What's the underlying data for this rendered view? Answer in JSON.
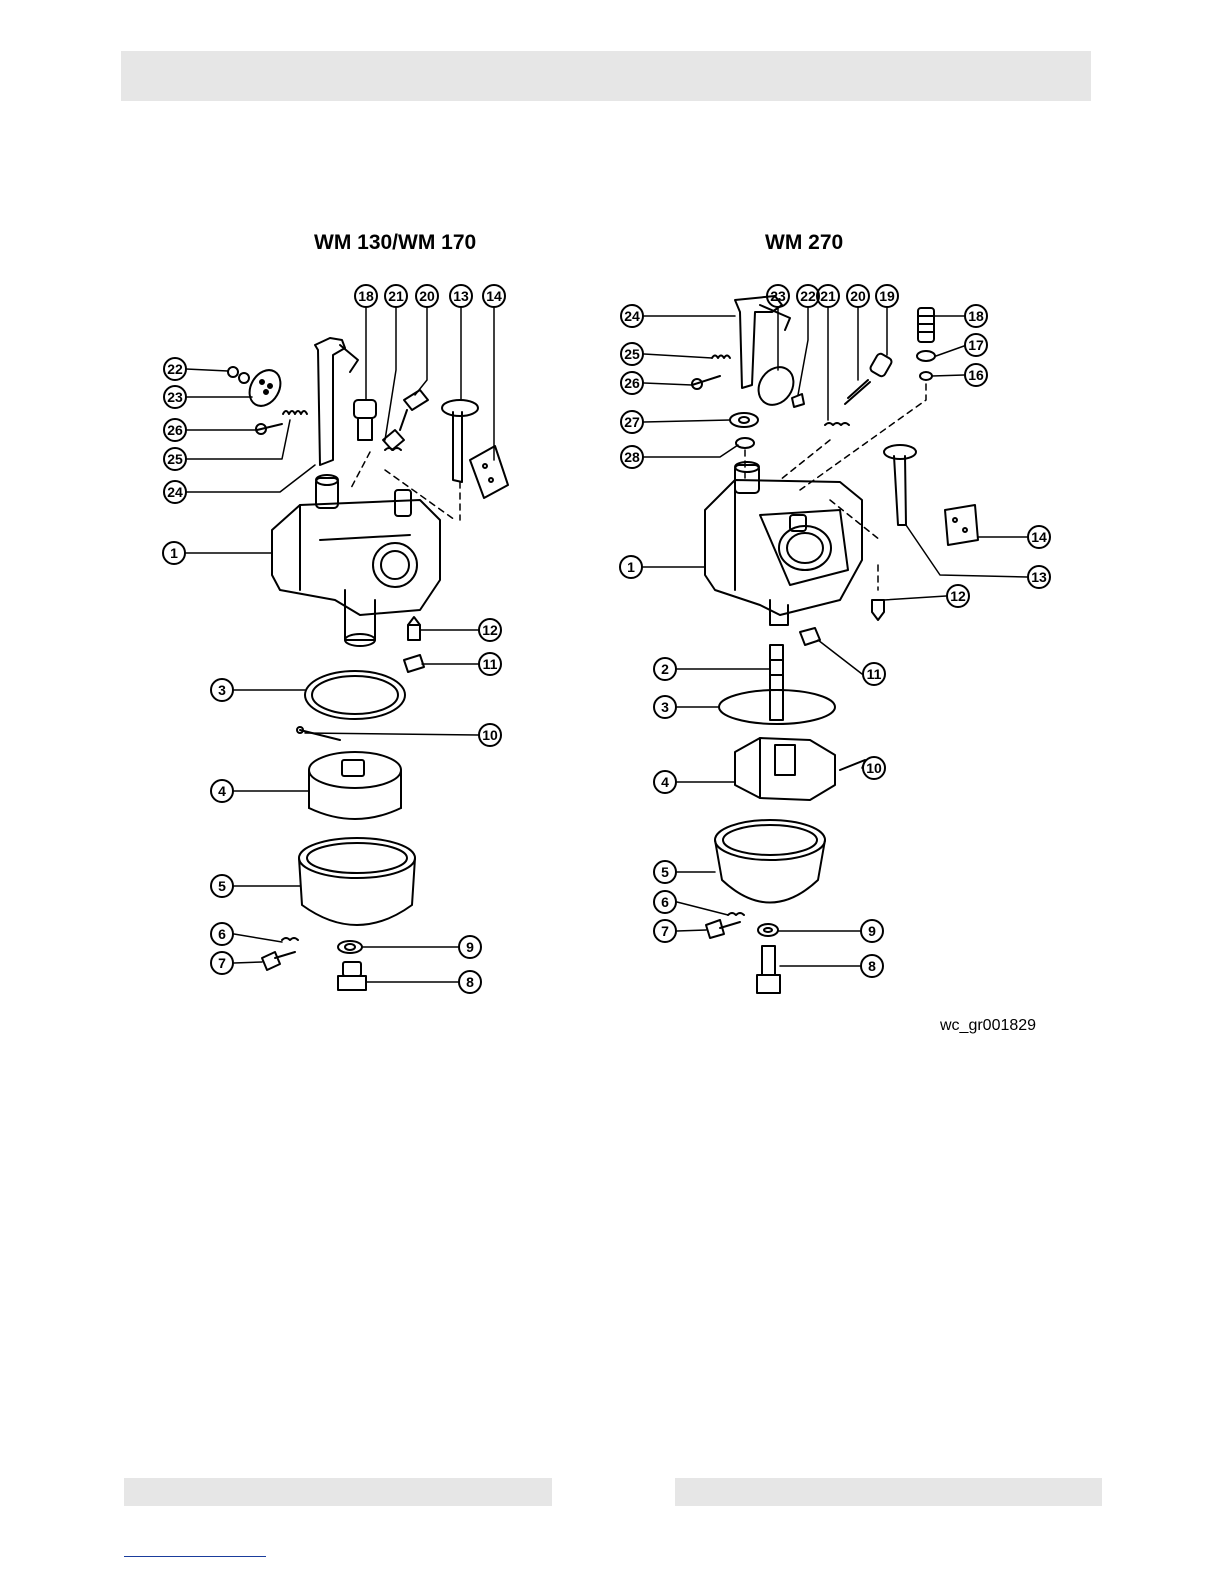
{
  "titles": {
    "left": "WM 130/WM 170",
    "right": "WM 270"
  },
  "figure_code": "wc_gr001829",
  "left_callouts": [
    "22",
    "23",
    "26",
    "25",
    "24",
    "1",
    "12",
    "11",
    "3",
    "10",
    "4",
    "5",
    "6",
    "7",
    "9",
    "8",
    "18",
    "21",
    "20",
    "13",
    "14"
  ],
  "right_callouts": [
    "24",
    "25",
    "26",
    "27",
    "28",
    "1",
    "2",
    "3",
    "4",
    "5",
    "6",
    "7",
    "23",
    "22",
    "21",
    "20",
    "19",
    "18",
    "17",
    "16",
    "14",
    "13",
    "12",
    "11",
    "10",
    "9",
    "8"
  ]
}
